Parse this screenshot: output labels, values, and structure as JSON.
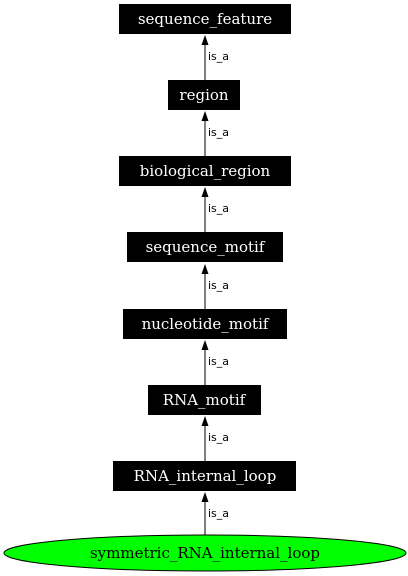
{
  "diagram": {
    "nodes": [
      {
        "label": "sequence_feature",
        "style": "box"
      },
      {
        "label": "region",
        "style": "box"
      },
      {
        "label": "biological_region",
        "style": "box"
      },
      {
        "label": "sequence_motif",
        "style": "box"
      },
      {
        "label": "nucleotide_motif",
        "style": "box"
      },
      {
        "label": "RNA_motif",
        "style": "box"
      },
      {
        "label": "RNA_internal_loop",
        "style": "box"
      },
      {
        "label": "symmetric_RNA_internal_loop",
        "style": "ellipse"
      }
    ],
    "edges": [
      {
        "label": "is_a"
      },
      {
        "label": "is_a"
      },
      {
        "label": "is_a"
      },
      {
        "label": "is_a"
      },
      {
        "label": "is_a"
      },
      {
        "label": "is_a"
      },
      {
        "label": "is_a"
      }
    ],
    "colors": {
      "box_fill": "#000000",
      "box_text": "#ffffff",
      "leaf_fill": "#00ff00",
      "leaf_stroke": "#000000",
      "edge": "#000000"
    }
  }
}
